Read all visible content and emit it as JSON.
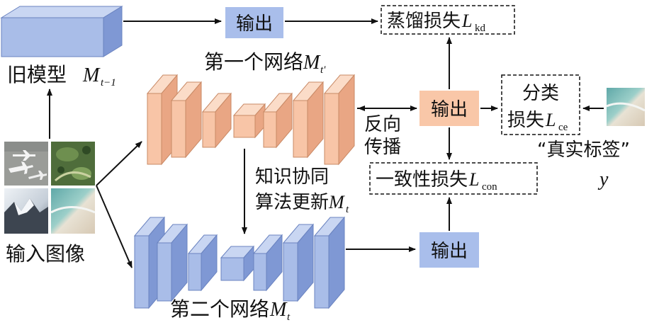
{
  "colors": {
    "peach_front": "#F8C5A7",
    "peach_side": "#E9A684",
    "peach_top": "#FBDCC8",
    "blue_front": "#A9BDE8",
    "blue_side": "#7F98D4",
    "blue_top": "#C9D6F2",
    "output_peach": "#F9C7A8",
    "output_blue": "#A9BEEB",
    "arrow": "#111111"
  },
  "old_model": {
    "label": "旧模型",
    "var": "M",
    "sub": "t−1"
  },
  "net1": {
    "label": "第一个网络",
    "var": "M",
    "sub": "t'"
  },
  "net2": {
    "label": "第二个网络",
    "var": "M",
    "sub": "t"
  },
  "input_images": {
    "label": "输入图像",
    "icon": "remote-sensing-images"
  },
  "outputs": {
    "top": "输出",
    "middle": "输出",
    "bottom": "输出"
  },
  "losses": {
    "kd": {
      "label": "蒸馏损失",
      "var": "L",
      "sub": "kd"
    },
    "cls": {
      "line1": "分类",
      "line2": "损失",
      "var": "L",
      "sub": "ce"
    },
    "con": {
      "label": "一致性损失",
      "var": "L",
      "sub": "con"
    }
  },
  "backprop": {
    "line1": "反向",
    "line2": "传播"
  },
  "update": {
    "line1": "知识协同",
    "line2": "算法更新",
    "var": "M",
    "sub": "t"
  },
  "true_label": {
    "text": "“真实标签”",
    "var": "y",
    "icon": "beach-image"
  }
}
